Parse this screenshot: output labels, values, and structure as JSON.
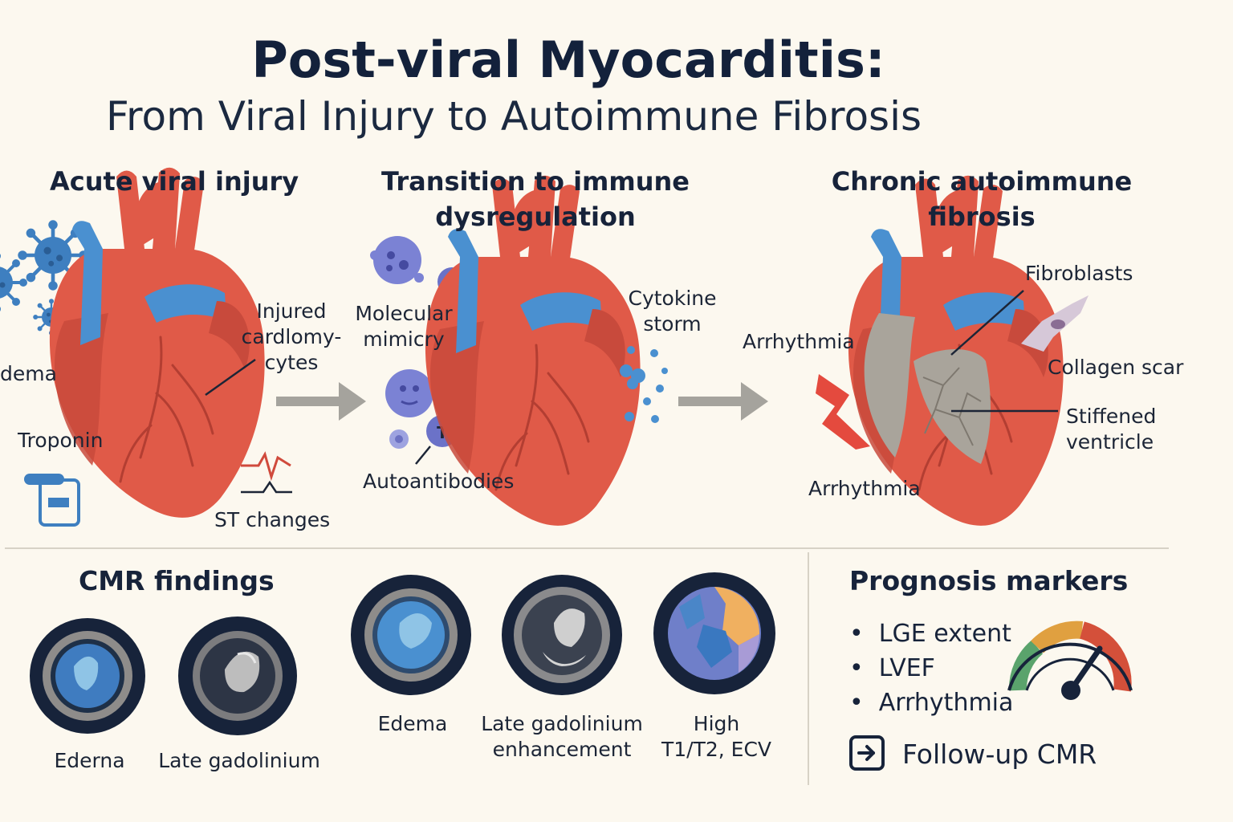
{
  "header": {
    "title": "Post-viral Myocarditis:",
    "subtitle": "From Viral Injury to Autoimmune Fibrosis"
  },
  "stages": {
    "acute": {
      "heading": "Acute viral injury",
      "edema_label": "dema",
      "troponin_label": "Troponin",
      "injured_label": [
        "Injured",
        "cardlomy-",
        "cytes"
      ],
      "st_label": "ST changes"
    },
    "transition": {
      "heading": [
        "Transition to immune",
        "dysregulation"
      ],
      "mimicry_label": [
        "Molecular",
        "mimicry"
      ],
      "cytokine_label": [
        "Cytokine",
        "storm"
      ],
      "autoantibodies_label": "Autoantibodies",
      "tcell_letter": "T"
    },
    "chronic": {
      "heading": [
        "Chronic autoimmune",
        "fibrosis"
      ],
      "fibroblasts_label": "Fibroblasts",
      "collagen_label": "Collagen scar",
      "stiffened_label": [
        "Stiffened",
        "ventricle"
      ],
      "arrhythmia_top": "Arrhythmia",
      "arrhythmia_bottom": "Arrhythmia"
    }
  },
  "cmr": {
    "heading": "CMR findings",
    "items": [
      {
        "label": [
          "Ederna"
        ]
      },
      {
        "label": [
          "Late gadolinium"
        ]
      },
      {
        "label": [
          "Edema"
        ]
      },
      {
        "label": [
          "Late gadolinium",
          "enhancement"
        ]
      },
      {
        "label": [
          "High",
          "T1/T2, ECV"
        ]
      }
    ]
  },
  "prognosis": {
    "heading": "Prognosis markers",
    "markers": [
      "LGE extent",
      "LVEF",
      "Arrhythmia"
    ],
    "followup": "Follow-up CMR"
  },
  "colors": {
    "background": "#fcf8ef",
    "heart_red": "#e05a48",
    "vessel_blue": "#4a90d0",
    "arrow_gray": "#a5a39d",
    "navy": "#17233a",
    "fibrosis_gray": "#a9a49b"
  }
}
